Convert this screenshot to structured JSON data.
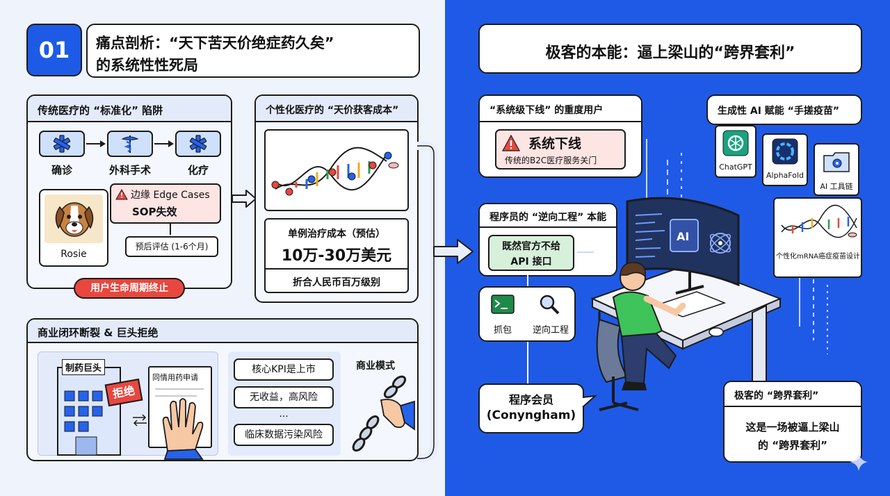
{
  "header": {
    "number": "01",
    "title_line1": "痛点剖析：“天下苦天价绝症药久矣”",
    "title_line2": "的系统性性死局",
    "right_title": "极客的本能：逼上梁山的“跨界套利”"
  },
  "trad": {
    "title": "传统医疗的 “标准化” 陷阱",
    "steps": [
      "确诊",
      "外科手术",
      "化疗"
    ],
    "dog_name": "Rosie",
    "edge_line1": "边缘 Edge Cases",
    "edge_line2": "SOP失效",
    "prognosis": "预后评估 (1-6个月)",
    "end_badge": "用户生命周期终止"
  },
  "cost": {
    "title": "个性化医疗的 “天价获客成本”",
    "label": "单例治疗成本（预估）",
    "amount": "10万-30万美元",
    "rmb": "折合人民币百万级别"
  },
  "biz": {
    "title": "商业闭环断裂 & 巨头拒绝",
    "building_sign": "制药巨头",
    "reject": "拒绝",
    "paper": "同情用药申请",
    "bullets": [
      "核心KPI是上市",
      "无收益，高风险",
      "...",
      "临床数据污染风险"
    ],
    "model_label": "商业模式"
  },
  "offline": {
    "title": "“系统级下线” 的重度用户",
    "warn_title": "系统下线",
    "warn_sub": "传统的B2C医疗服务关门"
  },
  "ai": {
    "title": "生成性 AI 赋能 “手搓疫苗”",
    "tools": [
      "ChatGPT",
      "AlphaFold",
      "AI 工具链"
    ],
    "mrna_label": "个性化mRNA癌症疫苗设计",
    "screen_label": "AI"
  },
  "reverse": {
    "title": "程序员的 “逆向工程” 本能",
    "bubble_line1": "既然官方不给",
    "bubble_line2": "API 接口",
    "tool1": "抓包",
    "tool2": "逆向工程"
  },
  "member": {
    "line1": "程序会员",
    "line2": "(Conyngham)"
  },
  "arb": {
    "title": "极客的 “跨界套利”",
    "line1": "这是一场被逼上梁山",
    "line2": "的 “跨界套利”"
  },
  "colors": {
    "right_bg": "#1f5ae6",
    "left_bg": "#eef3fc",
    "accent_blue": "#2563eb",
    "warn_red": "#e8473f",
    "light_tile": "#cfe0fb"
  }
}
